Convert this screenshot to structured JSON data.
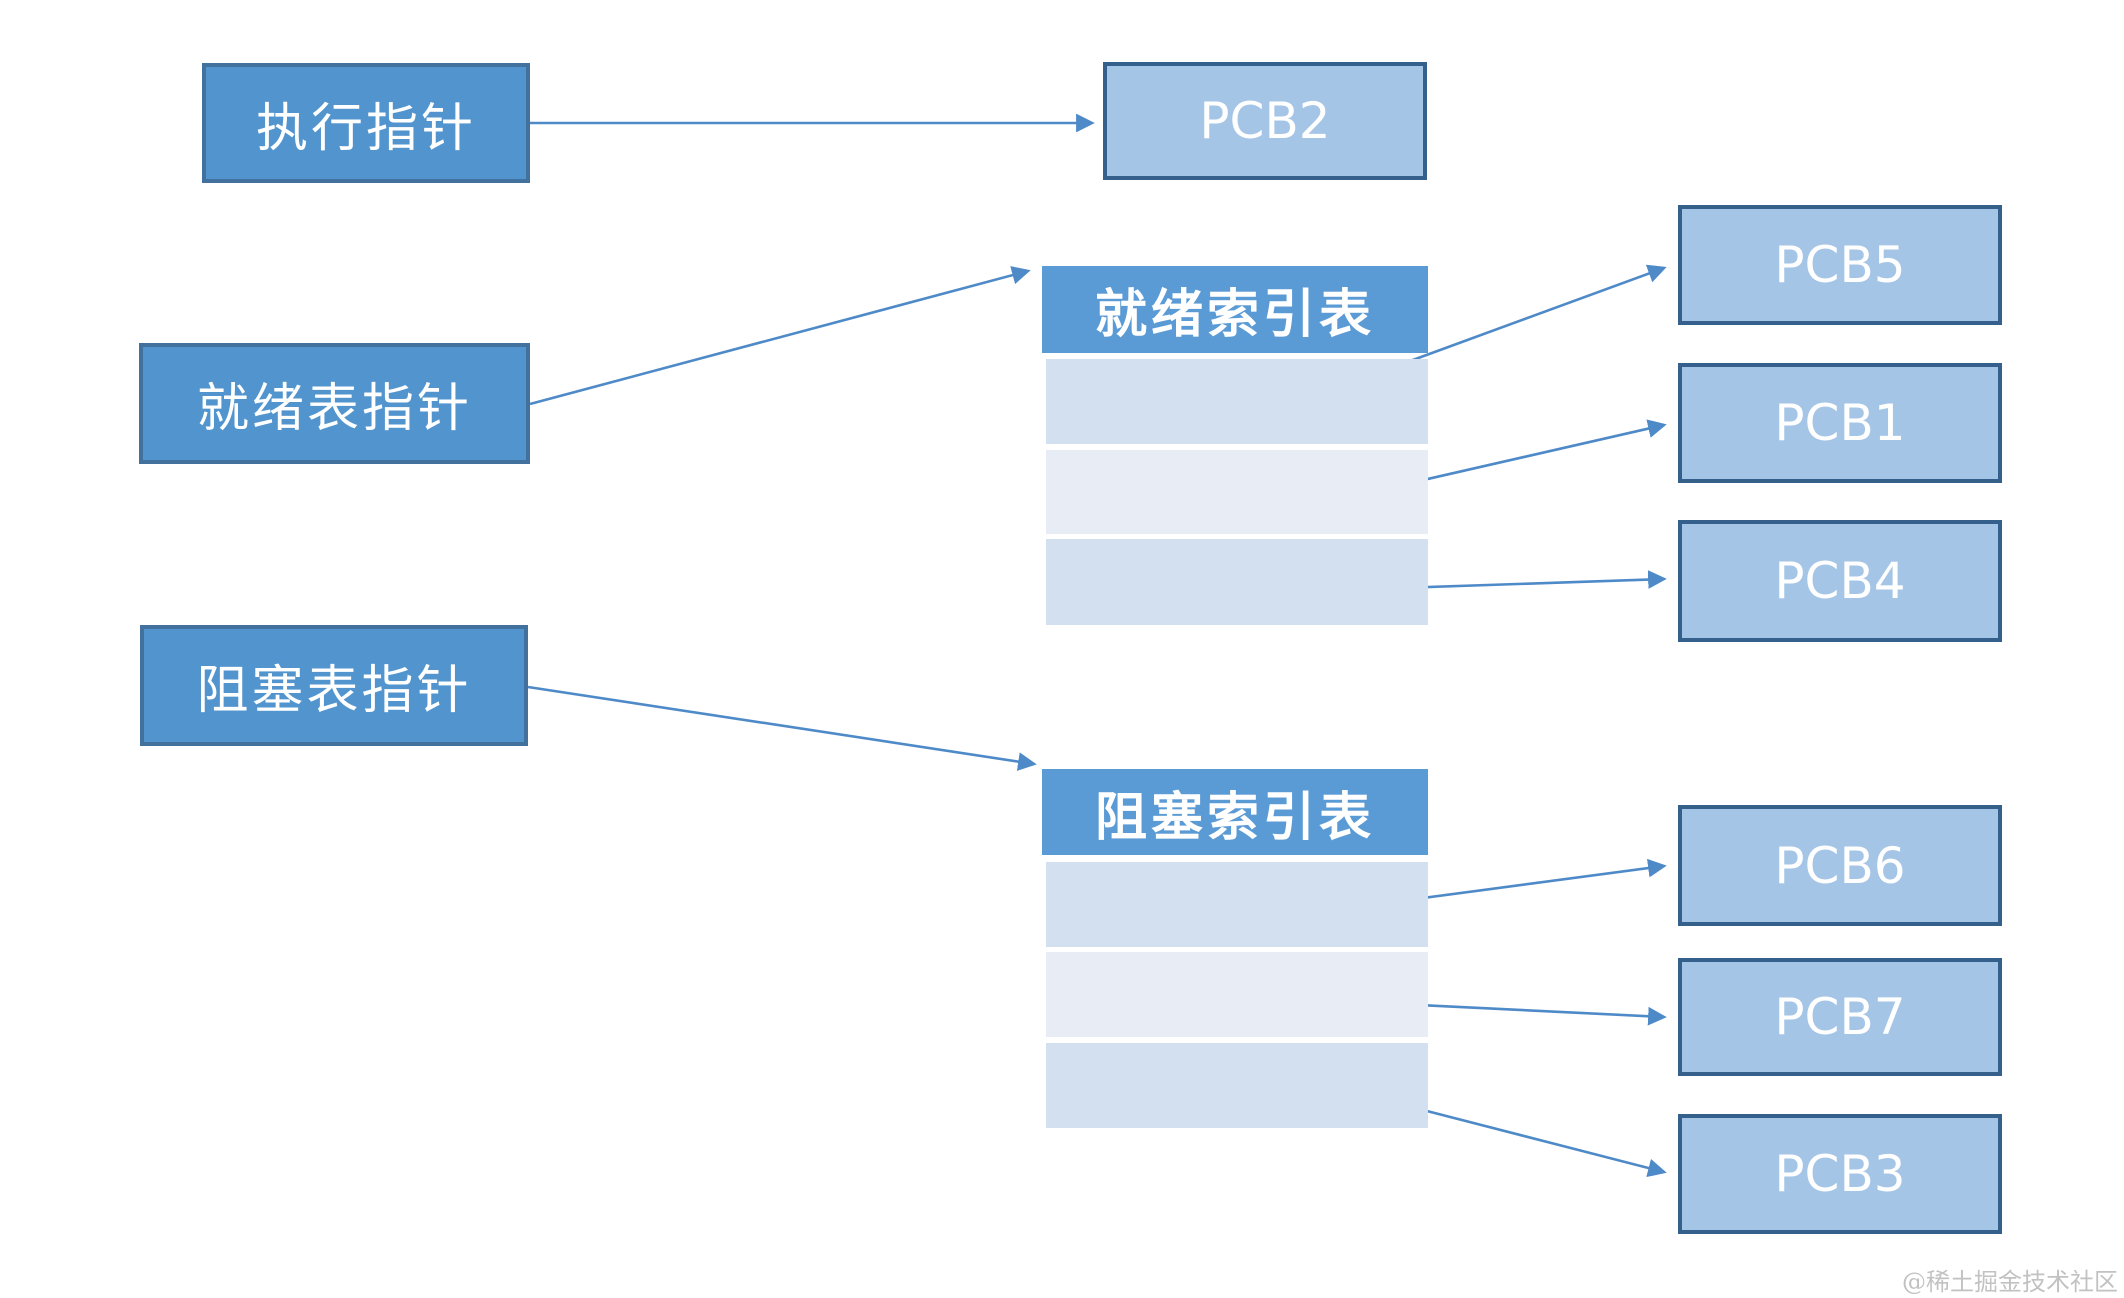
{
  "diagram": {
    "pointers": [
      {
        "id": "exec",
        "label": "执行指针"
      },
      {
        "id": "ready",
        "label": "就绪表指针"
      },
      {
        "id": "blocked",
        "label": "阻塞表指针"
      }
    ],
    "ready_table": {
      "title": "就绪索引表",
      "row_count": 3
    },
    "blocked_table": {
      "title": "阻塞索引表",
      "row_count": 3
    },
    "pcb_nodes": [
      {
        "id": "pcb2",
        "label": "PCB2"
      },
      {
        "id": "pcb5",
        "label": "PCB5"
      },
      {
        "id": "pcb1",
        "label": "PCB1"
      },
      {
        "id": "pcb4",
        "label": "PCB4"
      },
      {
        "id": "pcb6",
        "label": "PCB6"
      },
      {
        "id": "pcb7",
        "label": "PCB7"
      },
      {
        "id": "pcb3",
        "label": "PCB3"
      }
    ],
    "edges": [
      {
        "from": "执行指针",
        "to": "PCB2"
      },
      {
        "from": "就绪表指针",
        "to": "就绪索引表"
      },
      {
        "from": "阻塞表指针",
        "to": "阻塞索引表"
      },
      {
        "from": "就绪索引表.row1",
        "to": "PCB5"
      },
      {
        "from": "就绪索引表.row2",
        "to": "PCB1"
      },
      {
        "from": "就绪索引表.row3",
        "to": "PCB4"
      },
      {
        "from": "阻塞索引表.row1",
        "to": "PCB6"
      },
      {
        "from": "阻塞索引表.row2",
        "to": "PCB7"
      },
      {
        "from": "阻塞索引表.row3",
        "to": "PCB3"
      }
    ],
    "watermark": "@稀土掘金技术社区"
  },
  "colors": {
    "pointer_fill": "#5295CE",
    "pointer_border": "#41719C",
    "pcb_fill": "#A5C5E6",
    "pcb_border": "#35608C",
    "header_fill": "#5B9BD5",
    "row_light": "#D3E0EF",
    "row_lighter": "#E8EDF5",
    "arrow": "#4E8AC8"
  }
}
